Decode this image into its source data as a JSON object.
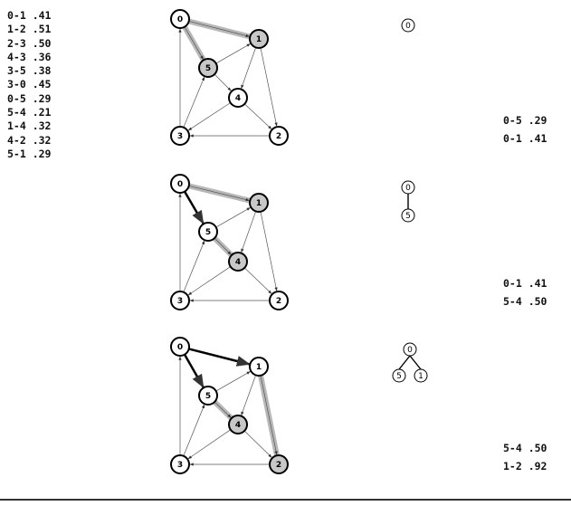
{
  "edge_list": [
    "0-1 .41",
    "1-2 .51",
    "2-3 .50",
    "4-3 .36",
    "3-5 .38",
    "3-0 .45",
    "0-5 .29",
    "5-4 .21",
    "1-4 .32",
    "4-2 .32",
    "5-1 .29"
  ],
  "graph": {
    "nodes": [
      "0",
      "1",
      "2",
      "3",
      "4",
      "5"
    ],
    "edges": [
      {
        "from": "0",
        "to": "1"
      },
      {
        "from": "1",
        "to": "2"
      },
      {
        "from": "2",
        "to": "3"
      },
      {
        "from": "4",
        "to": "3"
      },
      {
        "from": "3",
        "to": "5"
      },
      {
        "from": "3",
        "to": "0"
      },
      {
        "from": "0",
        "to": "5"
      },
      {
        "from": "5",
        "to": "4"
      },
      {
        "from": "1",
        "to": "4"
      },
      {
        "from": "4",
        "to": "2"
      },
      {
        "from": "5",
        "to": "1"
      }
    ]
  },
  "steps": [
    {
      "shaded_nodes": [
        "1",
        "5"
      ],
      "tree_edges": [],
      "fringe_edges": [
        {
          "from": "0",
          "to": "1"
        },
        {
          "from": "0",
          "to": "5"
        }
      ],
      "pq": [
        "0-5 .29",
        "0-1 .41"
      ],
      "tree": {
        "nodes": [
          "0"
        ],
        "edges": []
      }
    },
    {
      "shaded_nodes": [
        "1",
        "4"
      ],
      "tree_edges": [
        {
          "from": "0",
          "to": "5"
        }
      ],
      "fringe_edges": [
        {
          "from": "0",
          "to": "1"
        },
        {
          "from": "5",
          "to": "4"
        }
      ],
      "pq": [
        "0-1 .41",
        "5-4 .50"
      ],
      "tree": {
        "nodes": [
          "0",
          "5"
        ],
        "edges": [
          [
            "0",
            "5"
          ]
        ]
      }
    },
    {
      "shaded_nodes": [
        "4",
        "2"
      ],
      "tree_edges": [
        {
          "from": "0",
          "to": "5"
        },
        {
          "from": "0",
          "to": "1"
        }
      ],
      "fringe_edges": [
        {
          "from": "5",
          "to": "4"
        },
        {
          "from": "1",
          "to": "2"
        }
      ],
      "pq": [
        "5-4 .50",
        "1-2 .92"
      ],
      "tree": {
        "nodes": [
          "0",
          "5",
          "1"
        ],
        "edges": [
          [
            "0",
            "5"
          ],
          [
            "0",
            "1"
          ]
        ]
      }
    }
  ]
}
